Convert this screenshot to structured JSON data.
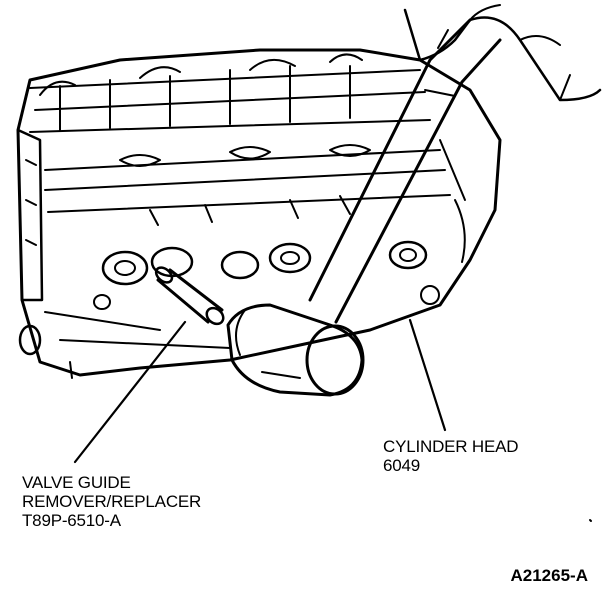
{
  "callouts": {
    "tool": {
      "line1": "VALVE GUIDE",
      "line2": "REMOVER/REPLACER",
      "line3": "T89P-6510-A"
    },
    "head": {
      "line1": "CYLINDER HEAD",
      "line2": "6049"
    }
  },
  "figure_id": "A21265-A",
  "colors": {
    "ink": "#000000",
    "paper": "#ffffff"
  }
}
